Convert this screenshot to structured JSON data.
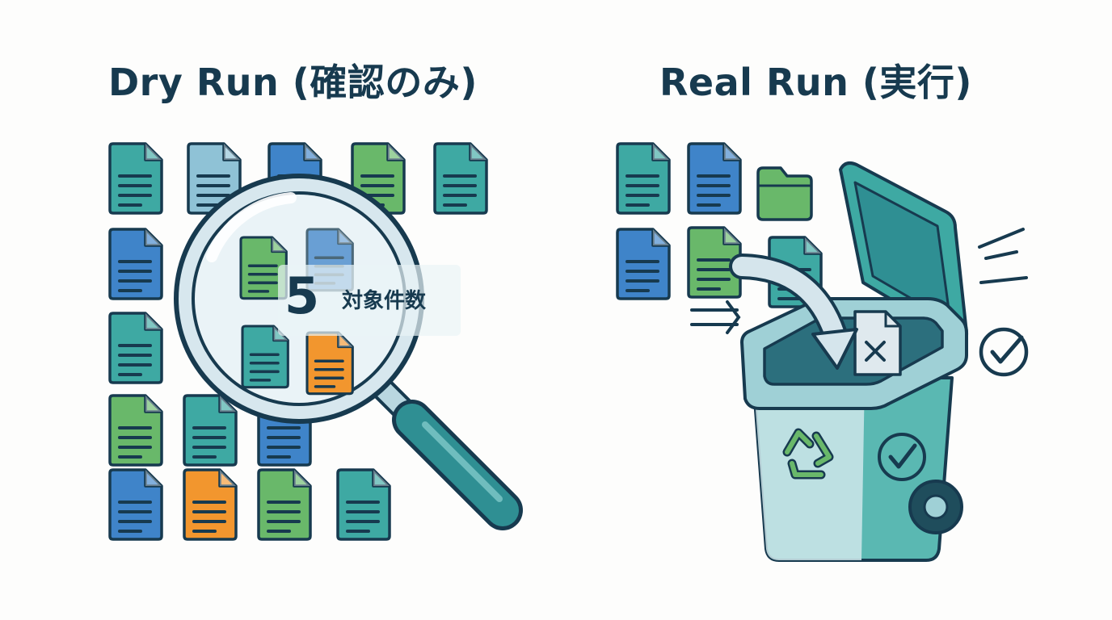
{
  "left_panel": {
    "title": "Dry Run (確認のみ)",
    "count_value": "5",
    "count_label": "対象件数"
  },
  "right_panel": {
    "title": "Real Run (実行)"
  },
  "icons": {
    "magnifier": "magnifying-glass-icon",
    "trash": "recycle-bin-icon",
    "recycle": "recycle-icon",
    "check": "check-circle-icon",
    "deleted_file": "file-x-icon",
    "folder": "folder-icon",
    "arrow": "curved-arrow-icon"
  },
  "colors": {
    "ink": "#173a4f",
    "teal": "#3ea9a3",
    "green": "#69b86a",
    "blue": "#3f84c9",
    "light_blue": "#8fc2d6",
    "orange": "#f2962e"
  }
}
